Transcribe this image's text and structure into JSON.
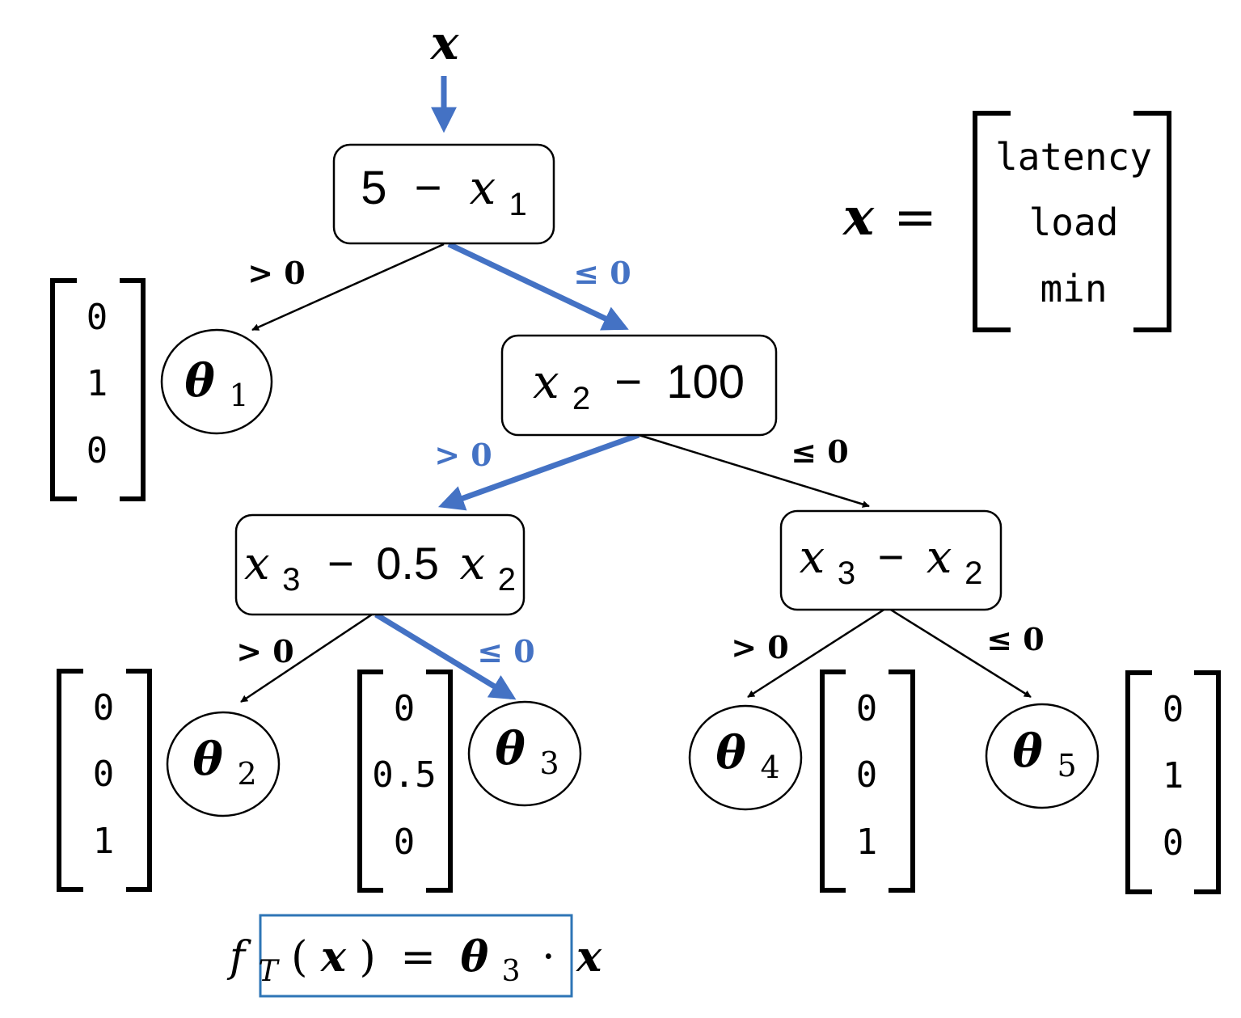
{
  "colors": {
    "path": "#4472c4",
    "ink": "#000000",
    "output_border": "#2e75b6"
  },
  "input": {
    "var": "x"
  },
  "definition": {
    "lhs": "x",
    "eq": "=",
    "components": [
      "latency",
      "load",
      "min"
    ]
  },
  "nodes": {
    "root": {
      "c": "5",
      "op": "−",
      "v": "x",
      "sub": "1"
    },
    "n2": {
      "v": "x",
      "sub": "2",
      "op": "−",
      "c": "100"
    },
    "n3": {
      "v": "x",
      "sub": "3",
      "op": "−",
      "c": "0.5",
      "v2": "x",
      "sub2": "2"
    },
    "n4": {
      "v": "x",
      "sub": "3",
      "op": "−",
      "v2": "x",
      "sub2": "2"
    }
  },
  "edge_labels": {
    "gt": "> 0",
    "le": "≤ 0"
  },
  "leaves": [
    {
      "sym": "θ",
      "sub": "1",
      "vector": [
        "0",
        "1",
        "0"
      ]
    },
    {
      "sym": "θ",
      "sub": "2",
      "vector": [
        "0",
        "0",
        "1"
      ]
    },
    {
      "sym": "θ",
      "sub": "3",
      "vector": [
        "0",
        "0.5",
        "0"
      ]
    },
    {
      "sym": "θ",
      "sub": "4",
      "vector": [
        "0",
        "0",
        "1"
      ]
    },
    {
      "sym": "θ",
      "sub": "5",
      "vector": [
        "0",
        "1",
        "0"
      ]
    }
  ],
  "output": {
    "f": "f",
    "f_sub": "T",
    "lparen": "(",
    "arg": "x",
    "rparen": ")",
    "eq": "=",
    "theta": "θ",
    "theta_sub": "3",
    "dot": "·",
    "x": "x"
  }
}
